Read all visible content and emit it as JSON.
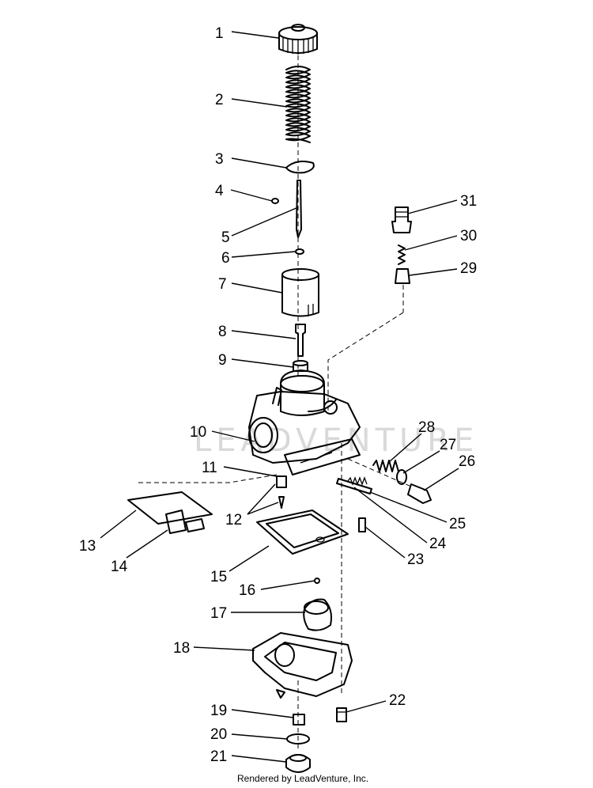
{
  "diagram": {
    "callouts": [
      "1",
      "2",
      "3",
      "4",
      "5",
      "6",
      "7",
      "8",
      "9",
      "10",
      "11",
      "12",
      "13",
      "14",
      "15",
      "16",
      "17",
      "18",
      "19",
      "20",
      "21",
      "22",
      "23",
      "24",
      "25",
      "26",
      "27",
      "28",
      "29",
      "30",
      "31"
    ],
    "watermark": "LEADVENTURE",
    "footer": "Rendered by LeadVenture, Inc."
  }
}
